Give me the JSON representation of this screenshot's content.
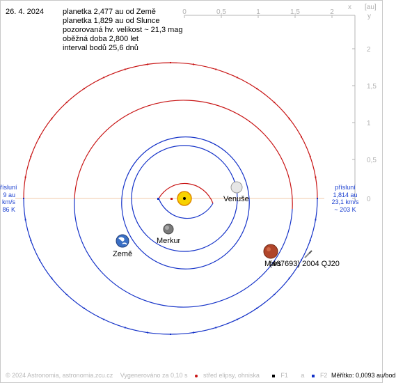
{
  "date": "26. 4. 2024",
  "info_lines": [
    "planetka 2,477 au od Země",
    "planetka 1,829 au od Slunce",
    "pozorovaná hv. velikost ~ 21,3 mag",
    "oběžná doba 2,800 let",
    "interval bodů 25,6 dnů"
  ],
  "axes": {
    "x_label": "x",
    "unit_label": "[au]",
    "y_label": "y",
    "x_ticks": [
      "0",
      "0,5",
      "1",
      "1,5",
      "2"
    ],
    "y_ticks": [
      "2",
      "1,5",
      "1",
      "0,5",
      "0"
    ]
  },
  "perihelion_right": [
    "přísluní",
    "1,814 au",
    "23,1 km/s",
    "~ 203 K"
  ],
  "perihelion_left": [
    "řísluní",
    "9 au",
    "km/s",
    "86 K"
  ],
  "bodies": {
    "venus": "Venuše",
    "mercury": "Merkur",
    "earth": "Země",
    "mars": "Mars",
    "asteroid": "(467693) 2004 QJ20"
  },
  "footer": {
    "copyright": "© 2024 Astronomia, astronomia.zcu.cz",
    "generated": "Vygenerováno za 0,10 s",
    "legend_center": "střed elipsy, ohniska",
    "legend_f1": "F1",
    "legend_a": "a",
    "legend_f2": "F2",
    "scale": "Měřítko: 0,0093 au/bod"
  },
  "colors": {
    "orbit_red": "#c81414",
    "orbit_blue": "#1432c8",
    "axis_gray": "#b4b4b4",
    "label_blue": "#1a3fd0",
    "sun": "#f2c500",
    "line_of_apsides": "#f0c8a8"
  }
}
